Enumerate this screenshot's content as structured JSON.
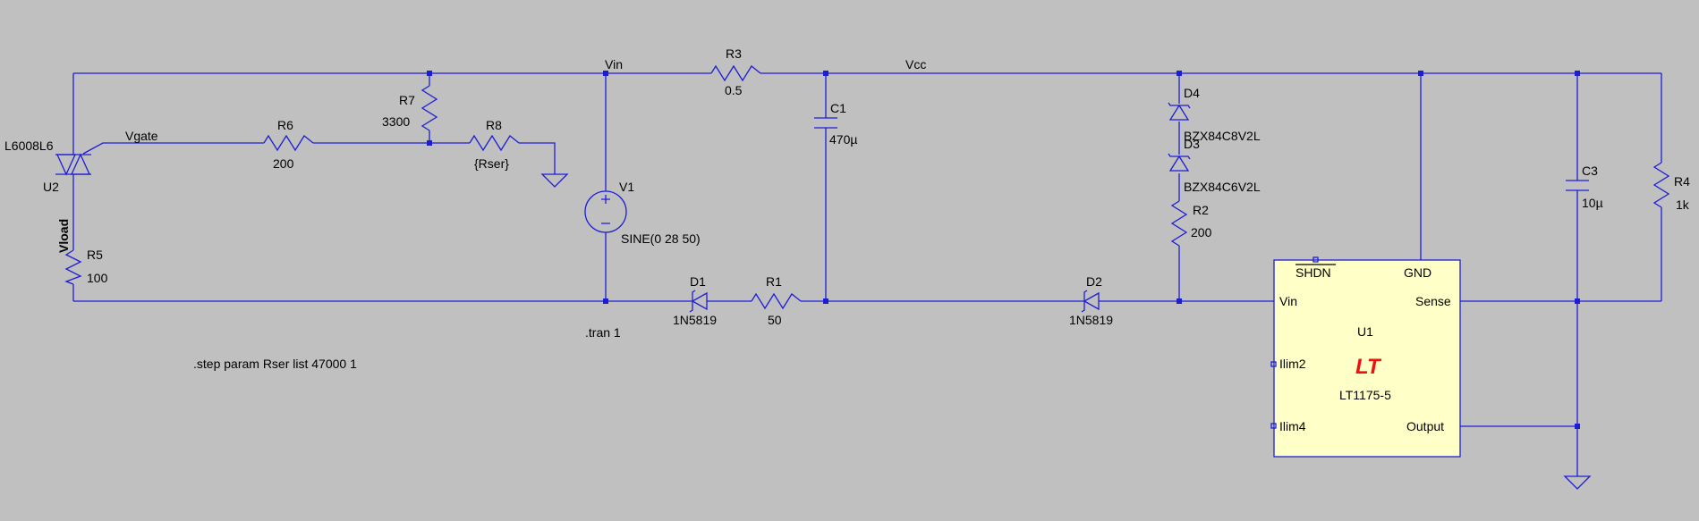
{
  "nets": {
    "vin": "Vin",
    "vcc": "Vcc",
    "vgate": "Vgate",
    "vload": "Vload"
  },
  "components": {
    "r3": {
      "ref": "R3",
      "value": "0.5"
    },
    "r7": {
      "ref": "R7",
      "value": "3300"
    },
    "r6": {
      "ref": "R6",
      "value": "200"
    },
    "r8": {
      "ref": "R8",
      "value": "{Rser}"
    },
    "r5": {
      "ref": "R5",
      "value": "100"
    },
    "r1": {
      "ref": "R1",
      "value": "50"
    },
    "r2": {
      "ref": "R2",
      "value": "200"
    },
    "r4": {
      "ref": "R4",
      "value": "1k"
    },
    "c1": {
      "ref": "C1",
      "value": "470µ"
    },
    "c3": {
      "ref": "C3",
      "value": "10µ"
    },
    "v1": {
      "ref": "V1",
      "value": "SINE(0 28 50)"
    },
    "d1": {
      "ref": "D1",
      "value": "1N5819"
    },
    "d2": {
      "ref": "D2",
      "value": "1N5819"
    },
    "d3": {
      "ref": "D3",
      "value": "BZX84C6V2L"
    },
    "d4": {
      "ref": "D4",
      "value": "BZX84C8V2L"
    },
    "u2": {
      "ref": "U2",
      "value": "L6008L6"
    }
  },
  "ic": {
    "ref": "U1",
    "part": "LT1175-5",
    "logo": "LT",
    "pins": {
      "shdn": "SHDN",
      "gnd": "GND",
      "vin": "Vin",
      "sense": "Sense",
      "ilim2": "Ilim2",
      "ilim4": "Ilim4",
      "output": "Output"
    }
  },
  "directives": {
    "tran": ".tran 1",
    "step": ".step param Rser list 47000 1"
  },
  "colors": {
    "background": "#c0c0c0",
    "wire": "#1d1dd6",
    "ic_fill": "#ffffc8",
    "logo": "#ee1111"
  }
}
